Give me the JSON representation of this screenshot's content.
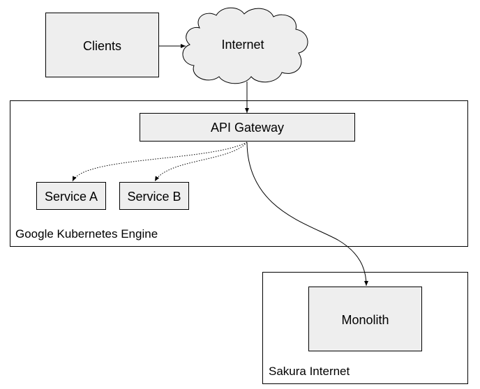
{
  "nodes": {
    "clients": "Clients",
    "internet": "Internet",
    "api_gateway": "API Gateway",
    "service_a": "Service A",
    "service_b": "Service B",
    "monolith": "Monolith"
  },
  "containers": {
    "gke": "Google Kubernetes Engine",
    "sakura": "Sakura Internet"
  },
  "colors": {
    "box_fill": "#eeeeee",
    "stroke": "#000000",
    "background": "#ffffff"
  },
  "edges": [
    {
      "from": "Clients",
      "to": "Internet",
      "style": "solid"
    },
    {
      "from": "Internet",
      "to": "API Gateway",
      "style": "solid"
    },
    {
      "from": "API Gateway",
      "to": "Service A",
      "style": "dotted"
    },
    {
      "from": "API Gateway",
      "to": "Service B",
      "style": "dotted"
    },
    {
      "from": "API Gateway",
      "to": "Monolith",
      "style": "solid"
    }
  ]
}
